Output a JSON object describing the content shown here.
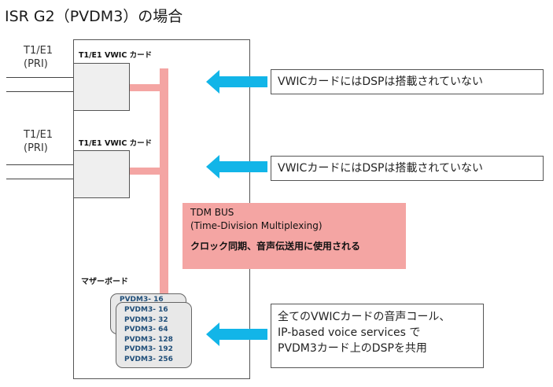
{
  "title": "ISR G2（PVDM3）の場合",
  "t1_top": {
    "line1": "T1/E1",
    "line2": "(PRI)"
  },
  "t1_bottom": {
    "line1": "T1/E1",
    "line2": "(PRI)"
  },
  "card_top_label": "T1/E1 VWIC カード",
  "card_bottom_label": "T1/E1 VWIC カード",
  "motherboard_label": "マザーボード",
  "tdm": {
    "line1": "TDM BUS",
    "line2": "(Time-Division Multiplexing)",
    "line3": "クロック同期、音声伝送用に使用される"
  },
  "callout_top": "VWICカードにはDSPは搭載されていない",
  "callout_mid": "VWICカードにはDSPは搭載されていない",
  "callout_bottom": {
    "line1": "全てのVWICカードの音声コール、",
    "line2": "IP-based voice services で",
    "line3": "PVDM3カード上のDSPを共用"
  },
  "pvdm_back": "PVDM3- 16",
  "pvdm_front": [
    "PVDM3- 16",
    "PVDM3- 32",
    "PVDM3- 64",
    "PVDM3- 128",
    "PVDM3- 192",
    "PVDM3- 256"
  ],
  "colors": {
    "arrow": "#12b5e8",
    "bus": "#f4a5a3",
    "pvdm_text": "#1f4e79"
  }
}
